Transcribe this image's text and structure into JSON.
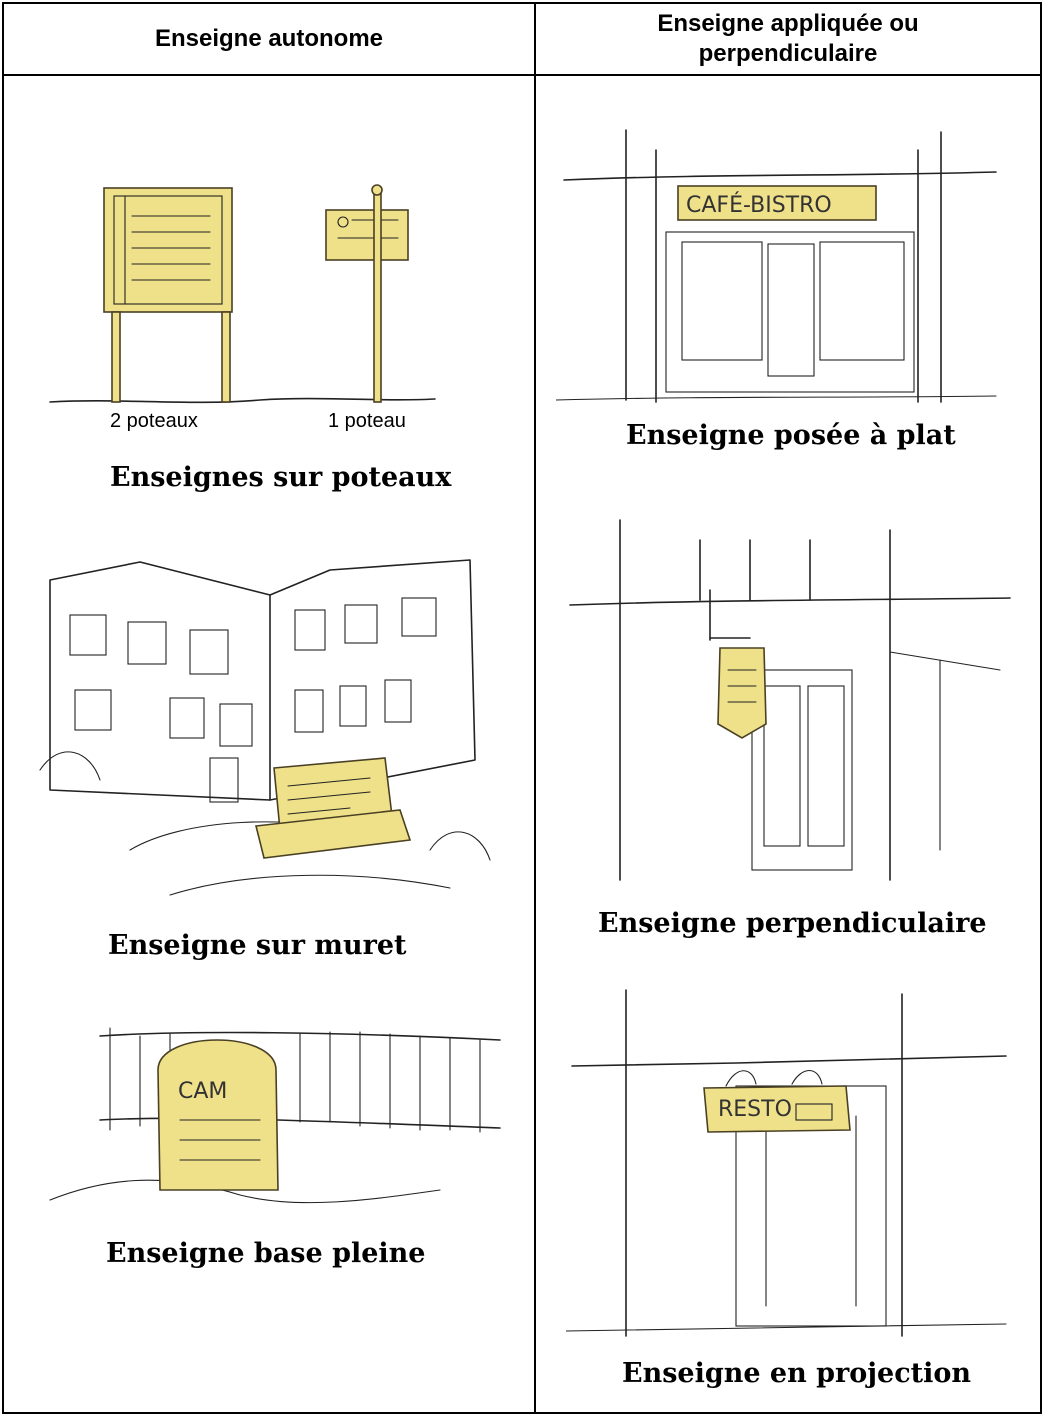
{
  "columns": {
    "left": "Enseigne autonome",
    "right_line1": "Enseigne appliquée ou",
    "right_line2": "perpendiculaire"
  },
  "left_items": [
    {
      "caption": "Enseignes sur poteaux",
      "sublabels": [
        "2 poteaux",
        "1 poteau"
      ]
    },
    {
      "caption": "Enseigne sur muret"
    },
    {
      "caption": "Enseigne base pleine",
      "sign_text": "CAM"
    }
  ],
  "right_items": [
    {
      "caption": "Enseigne posée à plat",
      "sign_text": "CAFÉ-BISTRO"
    },
    {
      "caption": "Enseigne perpendiculaire"
    },
    {
      "caption": "Enseigne en projection",
      "sign_text": "RESTO"
    }
  ],
  "colors": {
    "sign_yellow": "#efe08a",
    "line": "#222222"
  }
}
